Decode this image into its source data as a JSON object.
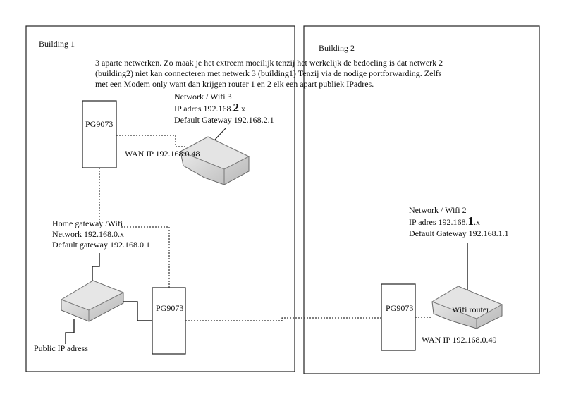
{
  "building1": {
    "label": "Building 1"
  },
  "building2": {
    "label": "Building 2"
  },
  "note": {
    "lines": [
      "3 aparte netwerken.  Zo maak je het extreem moeilijk tenzij het werkelijk de bedoeling is dat netwerk 2",
      "(building2) niet kan connecteren met netwerk 3 (building1) Tenzij via de nodige portforwarding. Zelfs",
      "met een Modem only want dan krijgen router 1 en 2 elk een apart publiek IPadres."
    ]
  },
  "wifi3": {
    "title": "Network / Wifi 3",
    "ip_prefix": "IP adres 192.168.",
    "ip_octet": "2",
    "ip_suffix": ".x",
    "gateway": "Default Gateway 192.168.2.1",
    "wan": "WAN IP 192.168.0.48"
  },
  "home_gateway": {
    "title": "Home  gateway  /Wifi",
    "network": "Network 192.168.0.x",
    "gateway": "Default gateway 192.168.0.1",
    "public_ip": "Public IP adress"
  },
  "wifi2": {
    "title": "Network / Wifi 2",
    "ip_prefix": "IP adres 192.168.",
    "ip_octet": "1",
    "ip_suffix": ".x",
    "gateway": "Default Gateway 192.168.1.1",
    "router_label": "Wifi router",
    "wan": "WAN IP 192.168.0.49"
  },
  "devices": {
    "pg1": "PG9073",
    "pg2": "PG9073",
    "pg3": "PG9073"
  }
}
